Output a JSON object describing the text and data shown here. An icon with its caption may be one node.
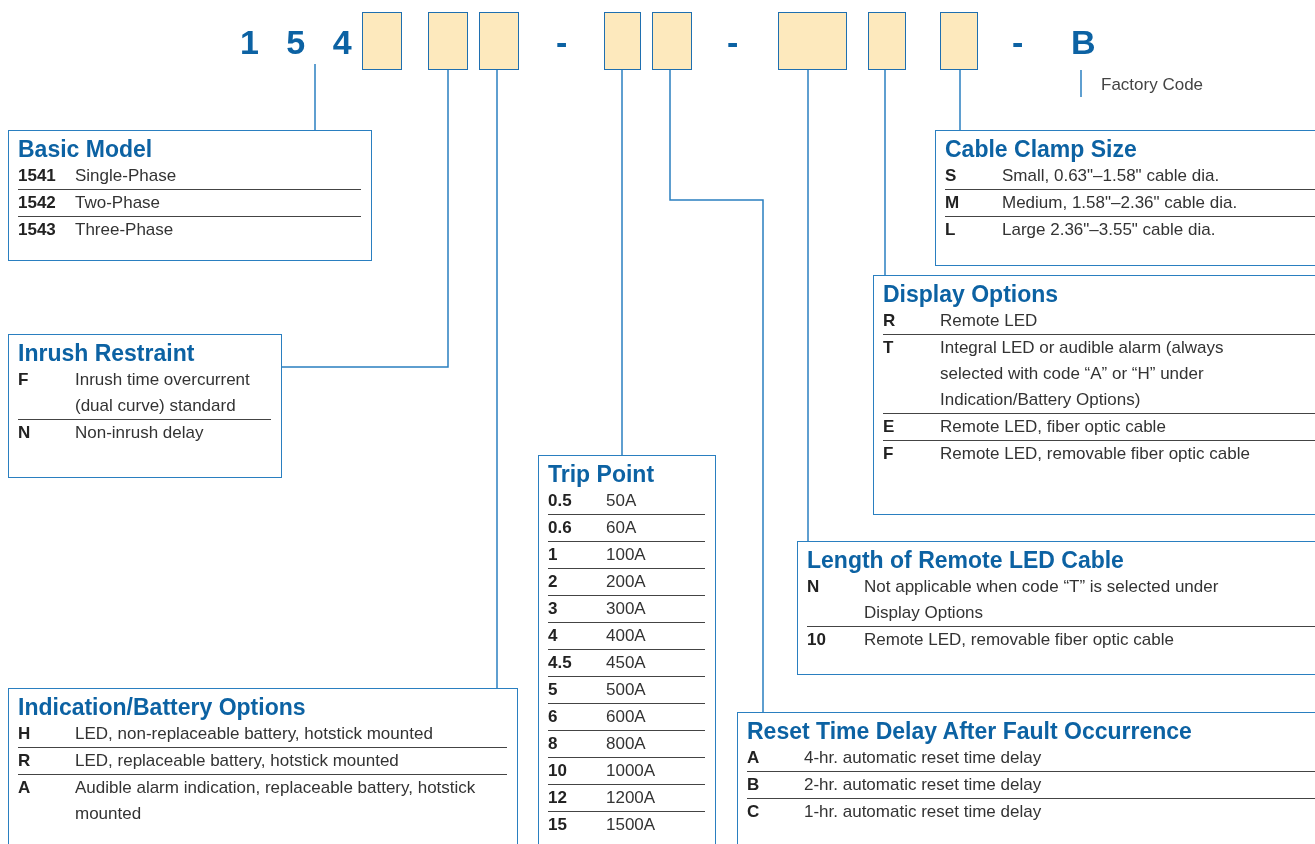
{
  "diagram": {
    "nodes": [
      {
        "text": [
          "1 5 4"
        ]
      },
      {
        "text": [],
        "shape": "box"
      },
      {
        "text": [],
        "shape": "box"
      },
      {
        "text": [],
        "shape": "box"
      },
      {
        "text": [],
        "shape": "box"
      },
      {
        "text": [],
        "shape": "box"
      },
      {
        "text": [],
        "shape": "box"
      },
      {
        "text": [],
        "shape": "box"
      },
      {
        "text": [],
        "shape": "box"
      },
      {
        "text": [
          "Basic Model",
          "1541",
          "Single-Phase",
          "1542",
          "Two-Phase",
          "1543",
          "Three-Phase"
        ]
      },
      {
        "text": [
          "Inrush Restraint",
          "F",
          "Inrush time overcurrent (dual curve) standard",
          "N",
          "Non-inrush delay"
        ]
      },
      {
        "text": [
          "Trip Point",
          "0.5",
          "50A",
          "0.6",
          "60A",
          "1",
          "100A",
          "2",
          "200A",
          "3",
          "300A",
          "4",
          "400A",
          "4.5",
          "450A",
          "5",
          "500A",
          "6",
          "600A",
          "8",
          "800A",
          "10",
          "1000A",
          "12",
          "1200A",
          "15",
          "1500A"
        ]
      },
      {
        "text": [
          "Indication/Battery Options",
          "H",
          "LED, non-replaceable battery, hotstick mounted",
          "R",
          "LED, replaceable battery, hotstick mounted",
          "A",
          "Audible alarm indication, replaceable battery, hotstick mounted"
        ]
      },
      {
        "text": [
          "Cable Clamp Size",
          "S",
          "Small, 0.63\"–1.58\" cable dia.",
          "M",
          "Medium, 1.58\"–2.36\" cable dia.",
          "L",
          "Large 2.36\"–3.55\" cable dia."
        ]
      },
      {
        "text": [
          "Display Options",
          "R",
          "Remote LED",
          "T",
          "Integral LED or audible alarm (always selected with code “A” or “H” under Indication/Battery Options)",
          "E",
          "Remote LED, fiber optic cable",
          "F",
          "Remote LED, removable fiber optic cable"
        ]
      },
      {
        "text": [
          "Length of Remote LED Cable",
          "N",
          "Not applicable when code “T” is selected under Display Options",
          "10",
          "Remote LED, removable fiber optic cable"
        ]
      },
      {
        "text": [
          "Reset Time Delay After Fault Occurrence",
          "A",
          "4-hr. automatic reset time delay",
          "B",
          "2-hr. automatic reset time delay",
          "C",
          "1-hr. automatic reset time delay"
        ]
      }
    ],
    "edges": [
      {
        "from": 0,
        "to": 9,
        "arrow": "none"
      },
      {
        "from": 2,
        "to": 10,
        "arrow": "none"
      },
      {
        "from": 3,
        "to": 12,
        "arrow": "none"
      },
      {
        "from": 4,
        "to": 11,
        "arrow": "none"
      },
      {
        "from": 5,
        "to": 16,
        "arrow": "none"
      },
      {
        "from": 6,
        "to": 15,
        "arrow": "none"
      },
      {
        "from": 7,
        "to": 14,
        "arrow": "none"
      },
      {
        "from": 8,
        "to": 13,
        "arrow": "none"
      }
    ],
    "labels": [
      "-",
      "-",
      "-",
      "B",
      "Factory Code"
    ]
  }
}
